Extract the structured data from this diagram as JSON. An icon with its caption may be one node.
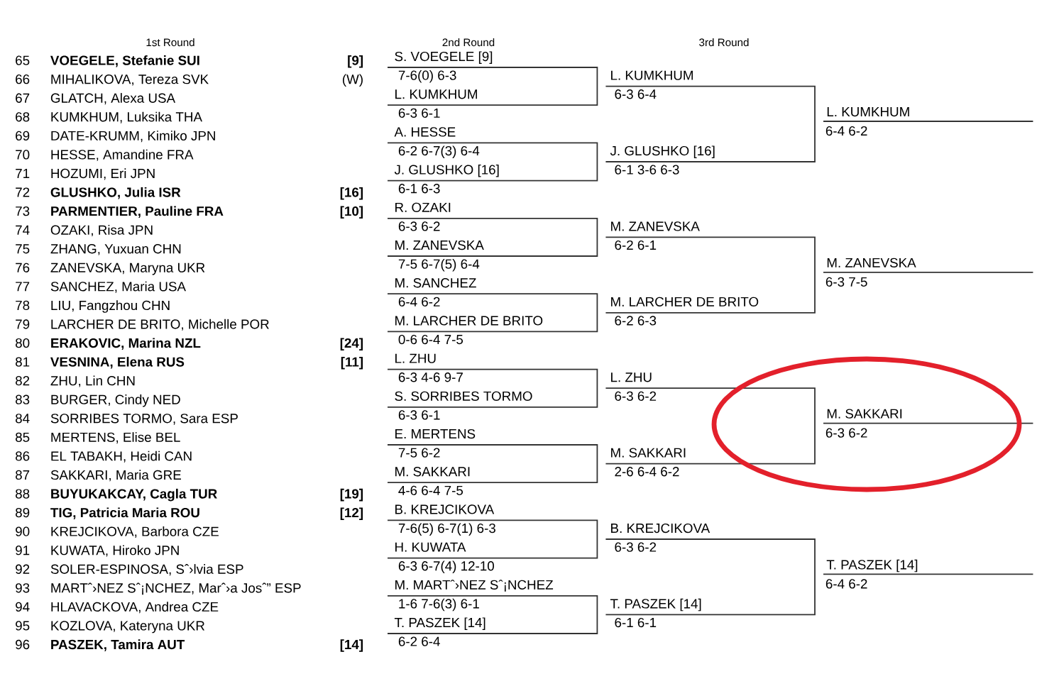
{
  "diagram": {
    "labels": [
      "1st Round",
      "2nd Round",
      "3rd Round",
      "65",
      "VOEGELE, Stefanie SUI",
      "[9]",
      "66",
      "MIHALIKOVA, Tereza SVK",
      "(W)",
      "67",
      "GLATCH, Alexa USA",
      "68",
      "KUMKHUM, Luksika THA",
      "69",
      "DATE-KRUMM, Kimiko JPN",
      "70",
      "HESSE, Amandine FRA",
      "71",
      "HOZUMI, Eri JPN",
      "72",
      "GLUSHKO, Julia ISR",
      "[16]",
      "73",
      "PARMENTIER, Pauline FRA",
      "[10]",
      "74",
      "OZAKI, Risa JPN",
      "75",
      "ZHANG, Yuxuan CHN",
      "76",
      "ZANEVSKA, Maryna UKR",
      "77",
      "SANCHEZ, Maria USA",
      "78",
      "LIU, Fangzhou CHN",
      "79",
      "LARCHER DE BRITO, Michelle POR",
      "80",
      "ERAKOVIC, Marina NZL",
      "[24]",
      "81",
      "VESNINA, Elena RUS",
      "[11]",
      "82",
      "ZHU, Lin CHN",
      "83",
      "BURGER, Cindy NED",
      "84",
      "SORRIBES TORMO, Sara ESP",
      "85",
      "MERTENS, Elise BEL",
      "86",
      "EL TABAKH, Heidi CAN",
      "87",
      "SAKKARI, Maria GRE",
      "88",
      "BUYUKAKCAY, Cagla TUR",
      "[19]",
      "89",
      "TIG, Patricia Maria ROU",
      "[12]",
      "90",
      "KREJCIKOVA, Barbora CZE",
      "91",
      "KUWATA, Hiroko JPN",
      "92",
      "SOLER-ESPINOSA, Sˆ›lvia ESP",
      "93",
      "MARTˆ›NEZ Sˆ¡NCHEZ, Marˆ›a Josˆ” ESP",
      "94",
      "HLAVACKOVA, Andrea CZE",
      "95",
      "KOZLOVA, Kateryna UKR",
      "96",
      "PASZEK, Tamira AUT",
      "[14]",
      "S. VOEGELE [9]",
      "7-6(0) 6-3",
      "L. KUMKHUM",
      "6-3 6-1",
      "A. HESSE",
      "6-2 6-7(3) 6-4",
      "J. GLUSHKO [16]",
      "6-1 6-3",
      "R. OZAKI",
      "6-3 6-2",
      "M. ZANEVSKA",
      "7-5 6-7(5) 6-4",
      "M. SANCHEZ",
      "6-4 6-2",
      "M. LARCHER DE BRITO",
      "0-6 6-4 7-5",
      "L. ZHU",
      "6-3 4-6 9-7",
      "S. SORRIBES TORMO",
      "6-3 6-1",
      "E. MERTENS",
      "7-5 6-2",
      "M. SAKKARI",
      "4-6 6-4 7-5",
      "B. KREJCIKOVA",
      "7-6(5) 6-7(1) 6-3",
      "H. KUWATA",
      "6-3 6-7(4) 12-10",
      "M. MARTˆ›NEZ Sˆ¡NCHEZ",
      "1-6 7-6(3) 6-1",
      "T. PASZEK [14]",
      "6-2 6-4",
      "L. KUMKHUM",
      "6-3 6-4",
      "J. GLUSHKO [16]",
      "6-1 3-6 6-3",
      "M. ZANEVSKA",
      "6-2 6-1",
      "M. LARCHER DE BRITO",
      "6-2 6-3",
      "L. ZHU",
      "6-3 6-2",
      "M. SAKKARI",
      "2-6 6-4 6-2",
      "B. KREJCIKOVA",
      "6-3 6-2",
      "T. PASZEK [14]",
      "6-1 6-1",
      "L. KUMKHUM",
      "6-4 6-2",
      "M. ZANEVSKA",
      "6-3 7-5",
      "M. SAKKARI",
      "6-3 6-2",
      "T. PASZEK [14]",
      "6-4 6-2"
    ]
  }
}
